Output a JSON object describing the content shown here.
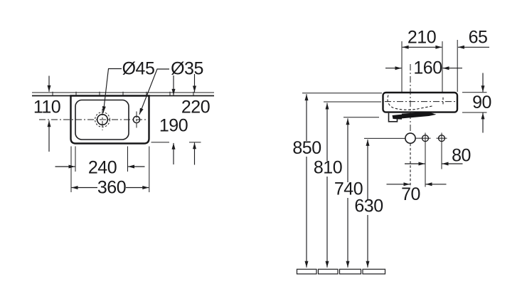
{
  "drawing": {
    "accent_color": "#18181a",
    "background_color": "#ffffff",
    "plan_view": {
      "labels": {
        "tap_hole_dia": "Ø45",
        "mount_hole_dia": "Ø35"
      },
      "dims": {
        "wall_to_hole_center": "110",
        "inner_depth": "190",
        "overall_depth": "220",
        "bowl_width": "240",
        "overall_width": "360"
      }
    },
    "front_view": {
      "dims": {
        "top_width": "210",
        "hole_span": "160",
        "edge_offset": "65",
        "rim_height": "90",
        "height_rim": "850",
        "height_mid": "810",
        "height_outlet": "740",
        "height_drain": "630",
        "hole_offset_80": "80",
        "hole_offset_70": "70"
      }
    }
  }
}
